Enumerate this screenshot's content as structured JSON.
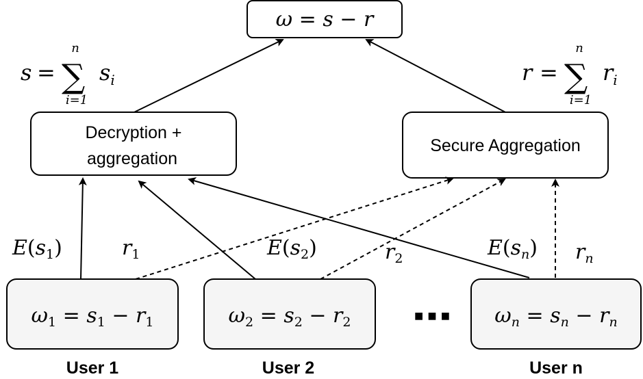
{
  "top_box": {
    "lhs": "ω",
    "eq": " = ",
    "a": "s",
    "minus": " − ",
    "b": "r"
  },
  "s_sum": {
    "lhs": "s",
    "eq": "=",
    "sigma": "∑",
    "upper": "n",
    "lower": "i=1",
    "term": "s",
    "sub": "i"
  },
  "r_sum": {
    "lhs": "r",
    "eq": "=",
    "sigma": "∑",
    "upper": "n",
    "lower": "i=1",
    "term": "r",
    "sub": "i"
  },
  "decrypt_box": {
    "line1": "Decryption +",
    "line2": "aggregation"
  },
  "secure_box": {
    "label": "Secure Aggregation"
  },
  "edge_labels": {
    "e1": {
      "E": "E",
      "open": "(",
      "s": "s",
      "sub": "1",
      "close": ")"
    },
    "r1": {
      "r": "r",
      "sub": "1"
    },
    "e2": {
      "E": "E",
      "open": "(",
      "s": "s",
      "sub": "2",
      "close": ")"
    },
    "r2": {
      "r": "r",
      "sub": "2"
    },
    "en": {
      "E": "E",
      "open": "(",
      "s": "s",
      "sub": "n",
      "close": ")"
    },
    "rn": {
      "r": "r",
      "sub": "n"
    }
  },
  "users": [
    {
      "w": "ω",
      "wsub": "1",
      "eq": " = ",
      "s": "s",
      "ssub": "1",
      "minus": " − ",
      "r": "r",
      "rsub": "1",
      "label": "User 1"
    },
    {
      "w": "ω",
      "wsub": "2",
      "eq": " = ",
      "s": "s",
      "ssub": "2",
      "minus": " − ",
      "r": "r",
      "rsub": "2",
      "label": "User 2"
    },
    {
      "w": "ω",
      "wsub": "n",
      "eq": " = ",
      "s": "s",
      "ssub": "n",
      "minus": " − ",
      "r": "r",
      "rsub": "n",
      "label": "User n"
    }
  ],
  "ellipsis": "■ ■ ■"
}
